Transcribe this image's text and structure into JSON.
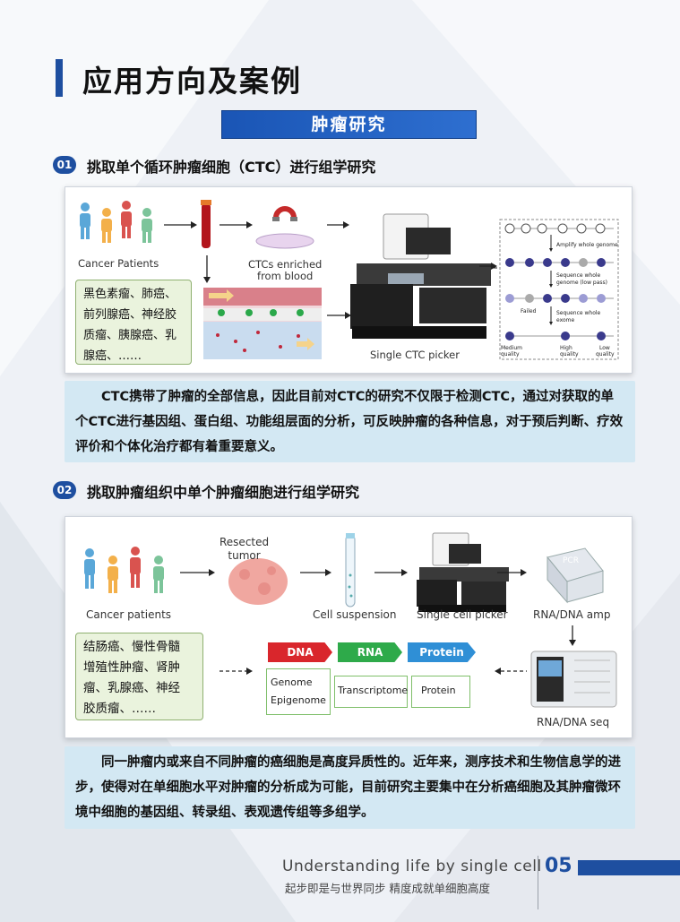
{
  "page": {
    "title": "应用方向及案例",
    "banner": "肿瘤研究"
  },
  "section1": {
    "number": "01",
    "title": "挑取单个循环肿瘤细胞（CTC）进行组学研究",
    "figure": {
      "cancer_patients": "Cancer Patients",
      "ctcs_enriched_1": "CTCs enriched",
      "ctcs_enriched_2": "from blood",
      "single_ctc_picker": "Single CTC picker",
      "cancer_list": [
        "黑色素瘤、肺癌、",
        "前列腺癌、神经胶",
        "质瘤、胰腺癌、乳",
        "腺癌、……"
      ],
      "amplify": "Amplify whole genome",
      "seq_low_pass_1": "Sequence whole",
      "seq_low_pass_2": "genome (low pass)",
      "failed": "Failed",
      "seq_exome_1": "Sequence whole",
      "seq_exome_2": "exome",
      "q_medium_1": "Medium",
      "q_medium_2": "quality",
      "q_high_1": "High",
      "q_high_2": "quality",
      "q_low_1": "Low",
      "q_low_2": "quality"
    },
    "paragraph": "CTC携带了肿瘤的全部信息，因此目前对CTC的研究不仅限于检测CTC，通过对获取的单个CTC进行基因组、蛋白组、功能组层面的分析，可反映肿瘤的各种信息，对于预后判断、疗效评价和个体化治疗都有着重要意义。"
  },
  "section2": {
    "number": "02",
    "title": "挑取肿瘤组织中单个肿瘤细胞进行组学研究",
    "figure": {
      "cancer_patients": "Cancer patients",
      "resected_1": "Resected",
      "resected_2": "tumor",
      "cell_suspension": "Cell suspension",
      "single_cell_picker": "Single cell picker",
      "rna_dna_amp": "RNA/DNA amp",
      "rna_dna_seq": "RNA/DNA seq",
      "pcr": "PCR",
      "cancer_list": [
        "结肠癌、慢性骨髓",
        "增殖性肿瘤、肾肿",
        "瘤、乳腺癌、神经",
        "胶质瘤、……"
      ],
      "tag_dna": "DNA",
      "tag_rna": "RNA",
      "tag_protein": "Protein",
      "box_genome": "Genome",
      "box_epigenome": "Epigenome",
      "box_transcriptome": "Transcriptome",
      "box_protein": "Protein"
    },
    "paragraph": "同一肿瘤内或来自不同肿瘤的癌细胞是高度异质性的。近年来，测序技术和生物信息学的进步，使得对在单细胞水平对肿瘤的分析成为可能，目前研究主要集中在分析癌细胞及其肿瘤微环境中细胞的基因组、转录组、表观遗传组等多组学。"
  },
  "footer": {
    "english": "Understanding life by single cell",
    "chinese": "起步即是与世界同步 精度成就单细胞高度",
    "page_number": "05"
  },
  "colors": {
    "brand_blue": "#1e4fa0",
    "para_bg": "#d3e8f3",
    "dna_red": "#d9262c",
    "rna_green": "#2eaa4a",
    "protein_blue": "#2f8fd6"
  }
}
